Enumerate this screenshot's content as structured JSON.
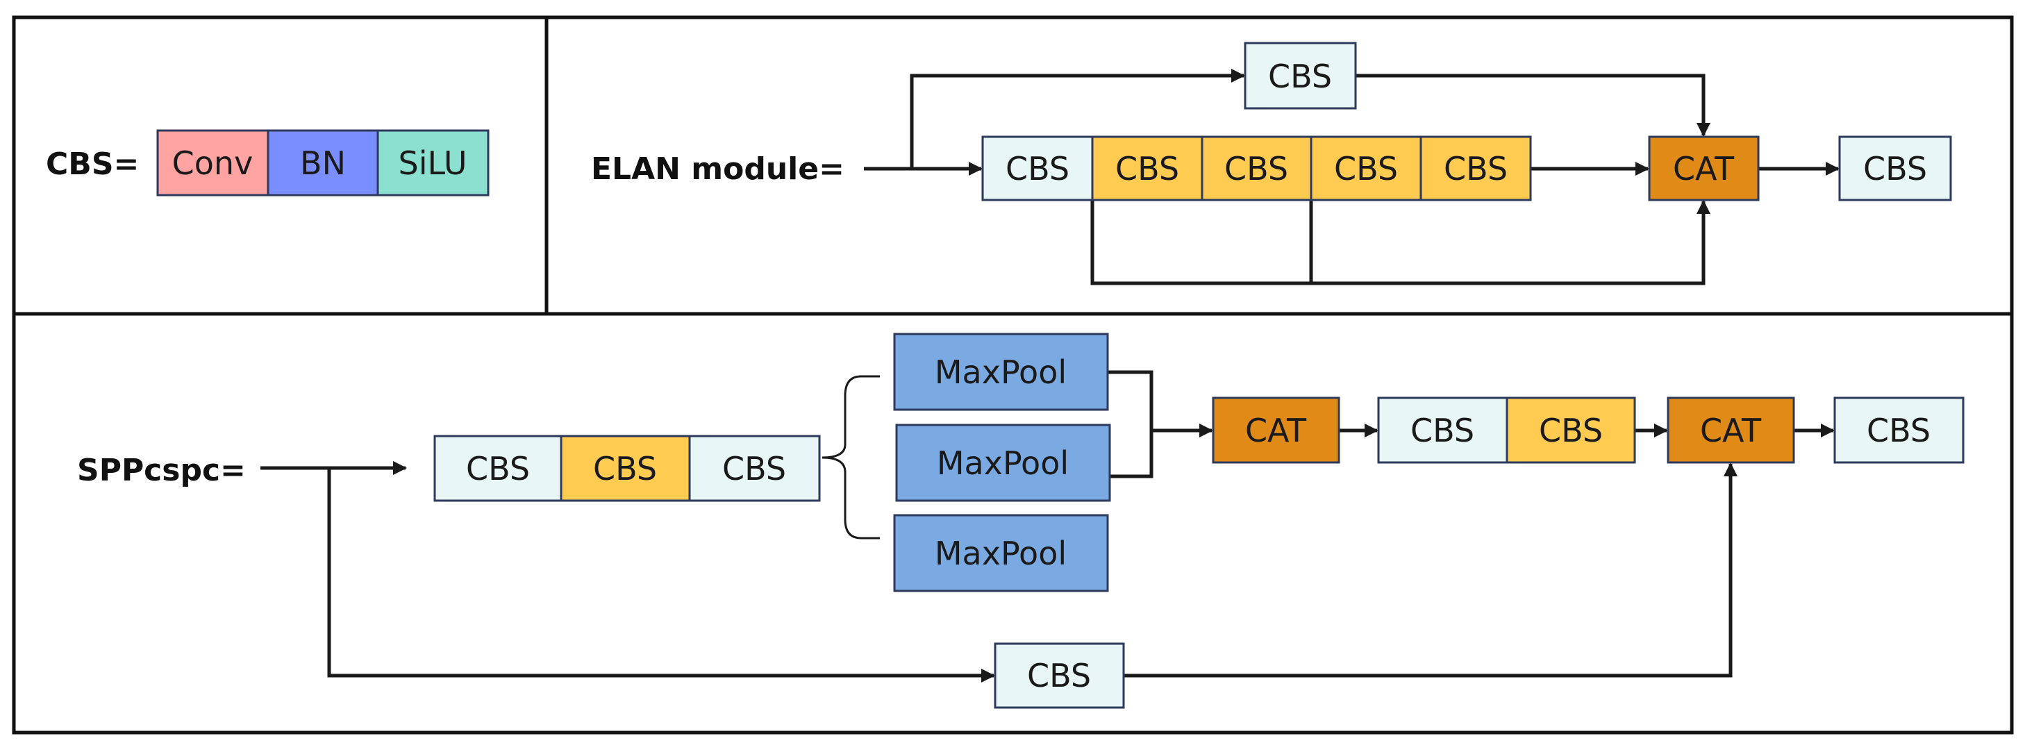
{
  "colors": {
    "conv": "#FFA3A3",
    "bn": "#7B8EFF",
    "silu": "#8BE0CF",
    "cbs_light": "#E8F6F5",
    "cbs_yellow": "#FFCB50",
    "cat": "#E08A17",
    "maxpool": "#7BAAE2"
  },
  "cbs_panel": {
    "label": "CBS=",
    "parts": [
      "Conv",
      "BN",
      "SiLU"
    ]
  },
  "elan_panel": {
    "label": "ELAN module=",
    "top_branch": "CBS",
    "chain": [
      "CBS",
      "CBS",
      "CBS",
      "CBS",
      "CBS"
    ],
    "cat": "CAT",
    "output": "CBS"
  },
  "spp_panel": {
    "label": "SPPcspc=",
    "chain": [
      "CBS",
      "CBS",
      "CBS"
    ],
    "maxpools": [
      "MaxPool",
      "MaxPool",
      "MaxPool"
    ],
    "cat1": "CAT",
    "mid_chain": [
      "CBS",
      "CBS"
    ],
    "cat2": "CAT",
    "output": "CBS",
    "shortcut": "CBS"
  }
}
